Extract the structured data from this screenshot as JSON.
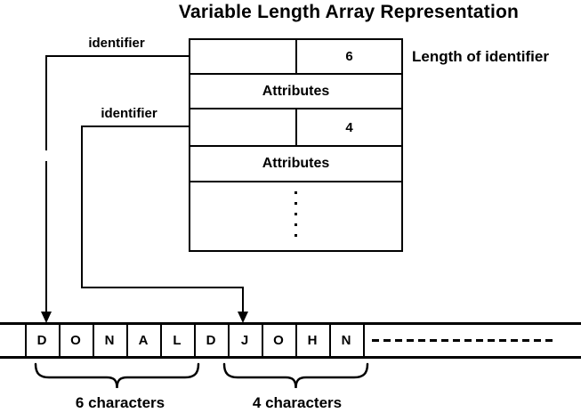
{
  "title": "Variable Length Array Representation",
  "record_table": {
    "attributes_label": "Attributes",
    "records": [
      {
        "length_value": "6"
      },
      {
        "length_value": "4"
      }
    ]
  },
  "annotations": {
    "identifier_label_1": "identifier",
    "identifier_label_2": "identifier",
    "length_of_identifier": "Length of identifier"
  },
  "char_array": {
    "letters": [
      "D",
      "O",
      "N",
      "A",
      "L",
      "D",
      "J",
      "O",
      "H",
      "N"
    ],
    "group_labels": [
      {
        "label": "6 characters"
      },
      {
        "label": "4 characters"
      }
    ]
  },
  "colors": {
    "ink": "#000000",
    "background": "#ffffff"
  }
}
